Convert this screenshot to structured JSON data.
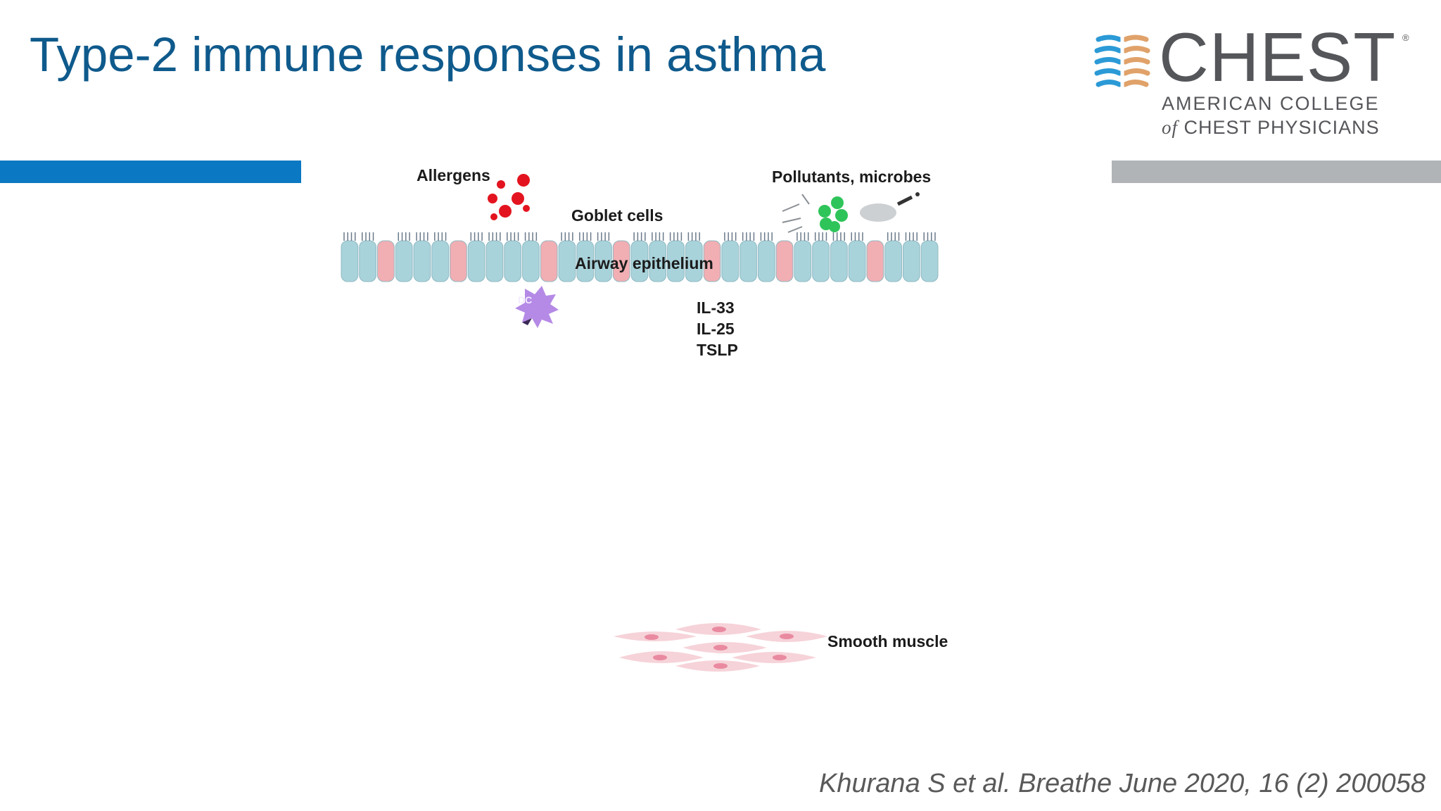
{
  "slide": {
    "title": "Type-2 immune responses in asthma",
    "citation": "Khurana S et al. Breathe June 2020, 16 (2) 200058"
  },
  "logo": {
    "wordmark": "CHEST",
    "registered": "®",
    "line1": "AMERICAN COLLEGE",
    "line2_prefix": "of",
    "line2_rest": " CHEST PHYSICIANS"
  },
  "diagram": {
    "labels": {
      "allergens": "Allergens",
      "goblet_cells": "Goblet cells",
      "pollutants": "Pollutants, microbes",
      "airway_epithelium": "Airway epithelium",
      "il33": "IL-33",
      "il25": "IL-25",
      "tslp": "TSLP",
      "smooth_muscle": "Smooth muscle",
      "dendritic_cell": "DC"
    }
  },
  "colors": {
    "title": "#0f5a8c",
    "accent_blue_bar": "#0a78c2",
    "accent_gray_bar": "#b1b4b7",
    "epithelial_cell": "#a9d3db",
    "goblet_cell": "#f1aeb3",
    "allergen": "#e3141f",
    "microbe": "#2fc45a",
    "dendritic_cell": "#b58ae6",
    "smooth_muscle": "#f6d3d9"
  }
}
